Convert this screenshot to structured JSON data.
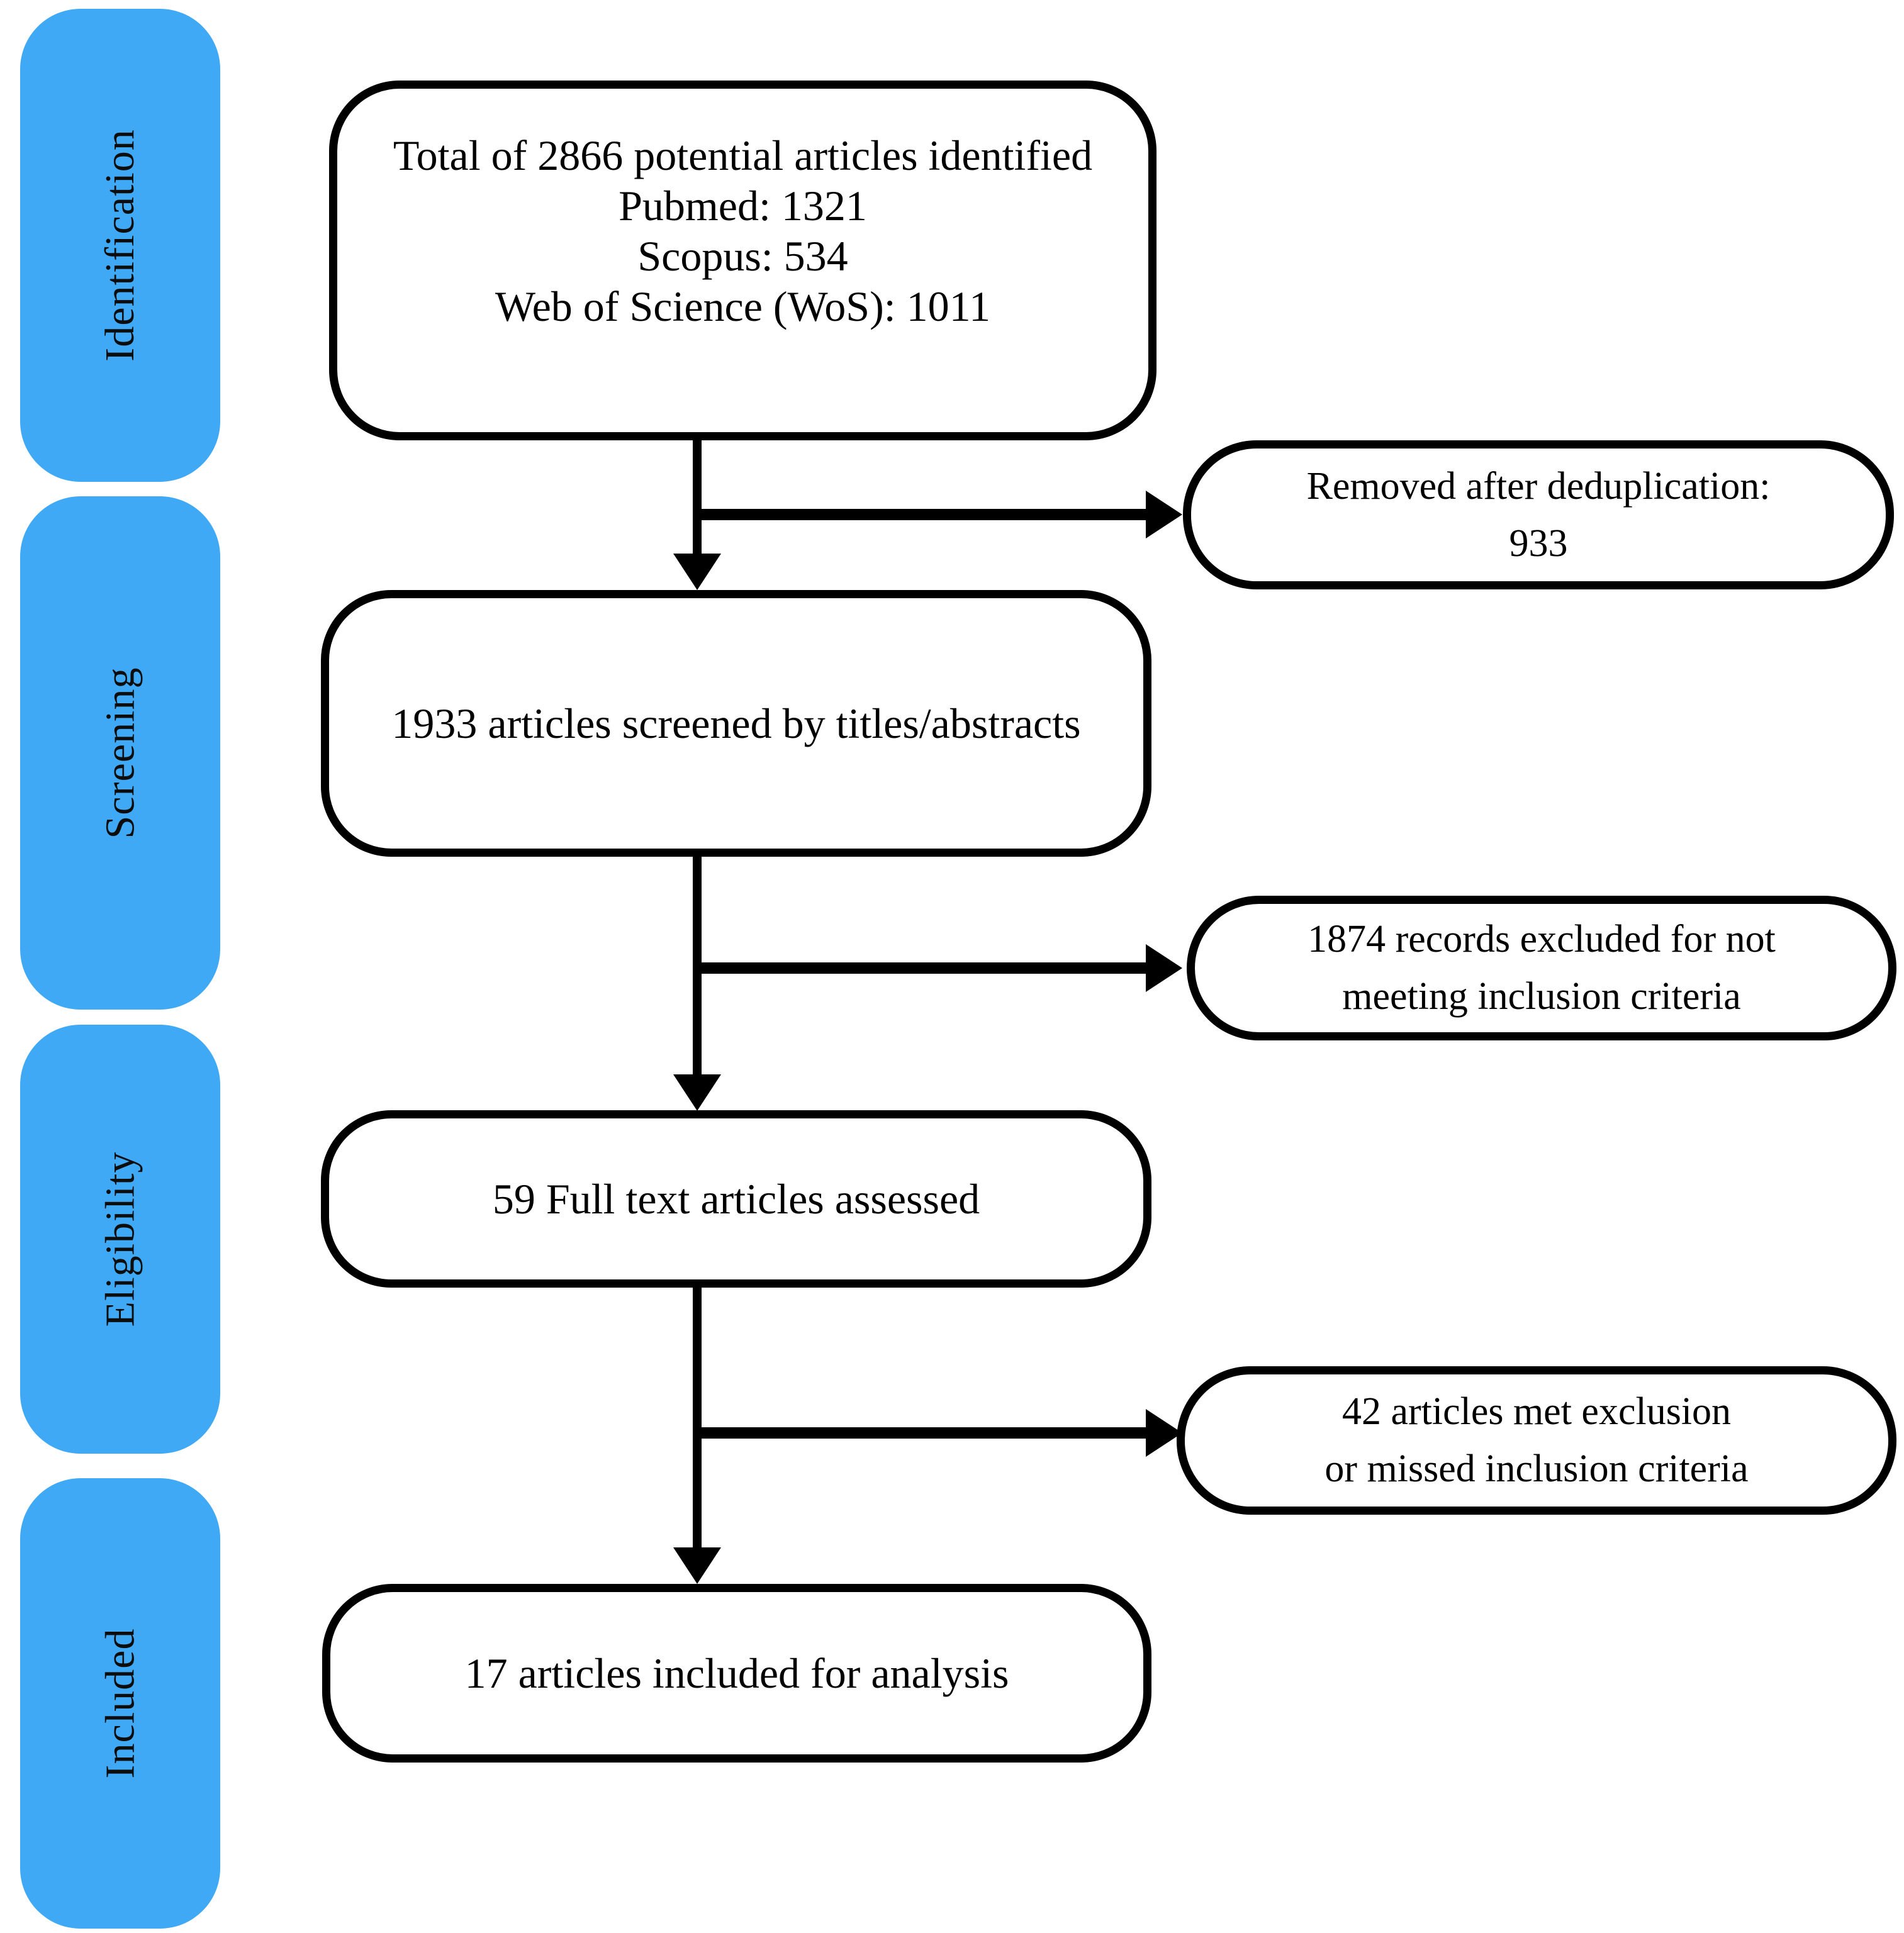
{
  "figure": {
    "kind": "prisma-flow-diagram",
    "colors": {
      "stage_fill": "#3FA9F5",
      "box_fill": "#FFFFFF",
      "line_color": "#000000",
      "text_color": "#000000"
    }
  },
  "sidebar": {
    "stages": [
      {
        "label": "Identification"
      },
      {
        "label": "Screening"
      },
      {
        "label": "Eligibility"
      },
      {
        "label": "Included"
      }
    ]
  },
  "flow": {
    "main_boxes": [
      {
        "lines": [
          "Total of 2866 potential articles identified",
          "Pubmed: 1321",
          "Scopus: 534",
          "Web of Science (WoS): 1011"
        ]
      },
      {
        "lines": [
          "1933 articles screened by titles/abstracts"
        ]
      },
      {
        "lines": [
          "59 Full text articles assessed"
        ]
      },
      {
        "lines": [
          "17 articles included for analysis"
        ]
      }
    ],
    "side_boxes": [
      {
        "lines": [
          "Removed after deduplication:",
          "933"
        ]
      },
      {
        "lines": [
          "1874 records excluded for not",
          "meeting inclusion criteria"
        ]
      },
      {
        "lines": [
          "42 articles met exclusion",
          "or missed inclusion criteria"
        ]
      }
    ]
  }
}
